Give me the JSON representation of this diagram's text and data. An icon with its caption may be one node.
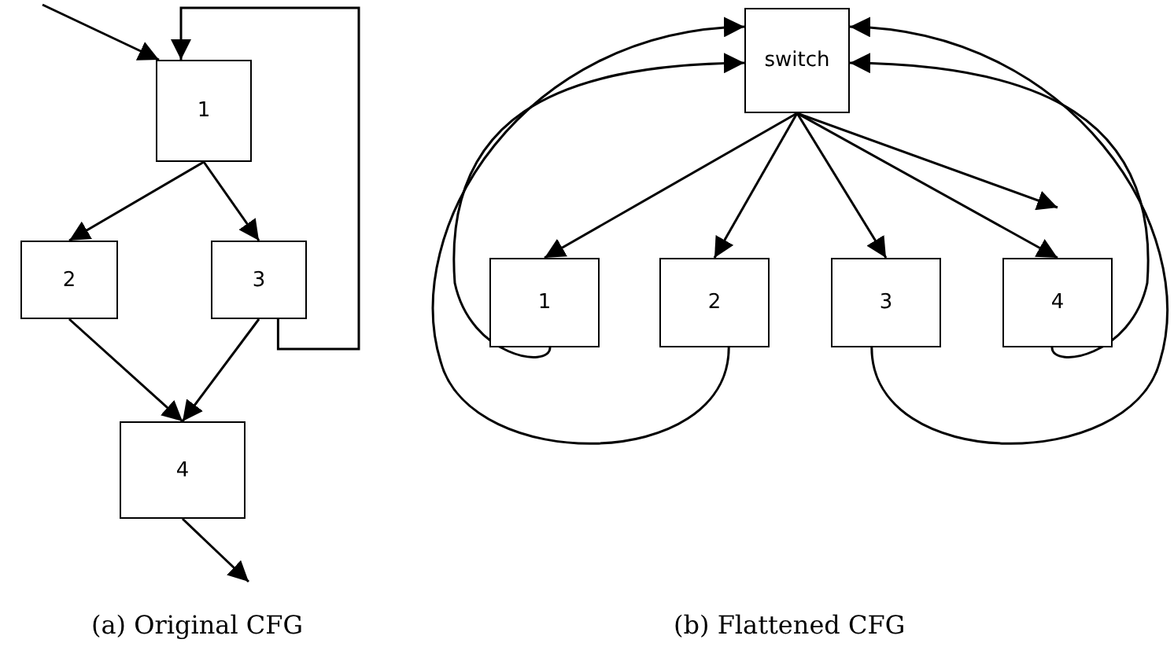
{
  "diagram": {
    "nodes": [
      {
        "text": [
          "1"
        ]
      },
      {
        "text": [
          "2"
        ]
      },
      {
        "text": [
          "3"
        ]
      },
      {
        "text": [
          "4"
        ]
      },
      {
        "text": [
          "switch"
        ]
      },
      {
        "text": [
          "1"
        ]
      },
      {
        "text": [
          "2"
        ]
      },
      {
        "text": [
          "3"
        ]
      },
      {
        "text": [
          "4"
        ]
      }
    ],
    "edges": [
      {
        "from": null,
        "to": 0,
        "arrow": "to"
      },
      {
        "from": 0,
        "to": 1,
        "arrow": "to"
      },
      {
        "from": 0,
        "to": 2,
        "arrow": "to"
      },
      {
        "from": 1,
        "to": 3,
        "arrow": "to"
      },
      {
        "from": 2,
        "to": 3,
        "arrow": "to"
      },
      {
        "from": 2,
        "to": 0,
        "arrow": "to"
      },
      {
        "from": 3,
        "to": null,
        "arrow": "to"
      },
      {
        "from": 4,
        "to": 5,
        "arrow": "to"
      },
      {
        "from": 4,
        "to": 6,
        "arrow": "to"
      },
      {
        "from": 4,
        "to": 7,
        "arrow": "to"
      },
      {
        "from": 4,
        "to": 8,
        "arrow": "to"
      },
      {
        "from": 4,
        "to": null,
        "arrow": "to"
      },
      {
        "from": 5,
        "to": 4,
        "arrow": "to"
      },
      {
        "from": 6,
        "to": 4,
        "arrow": "to"
      },
      {
        "from": 7,
        "to": 4,
        "arrow": "to"
      },
      {
        "from": 8,
        "to": 4,
        "arrow": "to"
      }
    ],
    "labels": [
      "(a) Original CFG",
      "(b) Flattened CFG"
    ]
  }
}
